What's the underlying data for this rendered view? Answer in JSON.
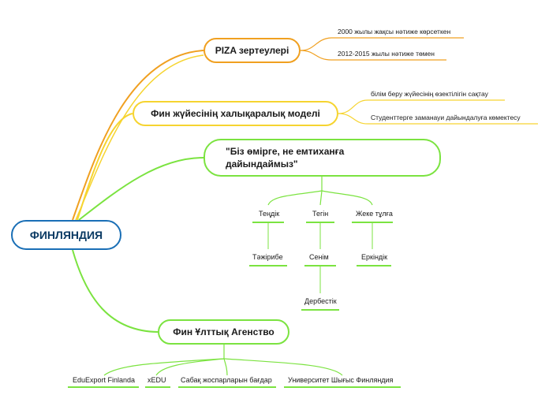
{
  "root": {
    "label": "ФИНЛЯНДИЯ"
  },
  "branches": {
    "pisa": {
      "label": "PIZA зертеулері",
      "children": [
        "2000 жылы жақсы нәтиже көрсеткен",
        "2012-2015 жылы нәтиже төмен"
      ]
    },
    "model": {
      "label": "Фин жүйесінің халықаралық моделі",
      "children": [
        "білім беру жүйесінің өзектілігін сақтау",
        "Студенттерге заманауи дайындалуға көмектесу"
      ]
    },
    "motto": {
      "label": "\"Біз өмірге, не емтиханға дайындаймыз\"",
      "children": [
        "Теңдік",
        "Тегін",
        "Жеке тұлға",
        "Тәжірибе",
        "Сенім",
        "Еркіндік",
        "Дербестік"
      ]
    },
    "agency": {
      "label": "Фин Ұлттық Агенство",
      "children": [
        "EduExport Finlanda",
        "xEDU",
        "Сабақ жоспарларын бағдар",
        "Университет Шығыс Финляндия"
      ]
    }
  },
  "colors": {
    "root_border": "#1a6fb6",
    "orange": "#f0a020",
    "yellow": "#f6d430",
    "green": "#7be340"
  }
}
